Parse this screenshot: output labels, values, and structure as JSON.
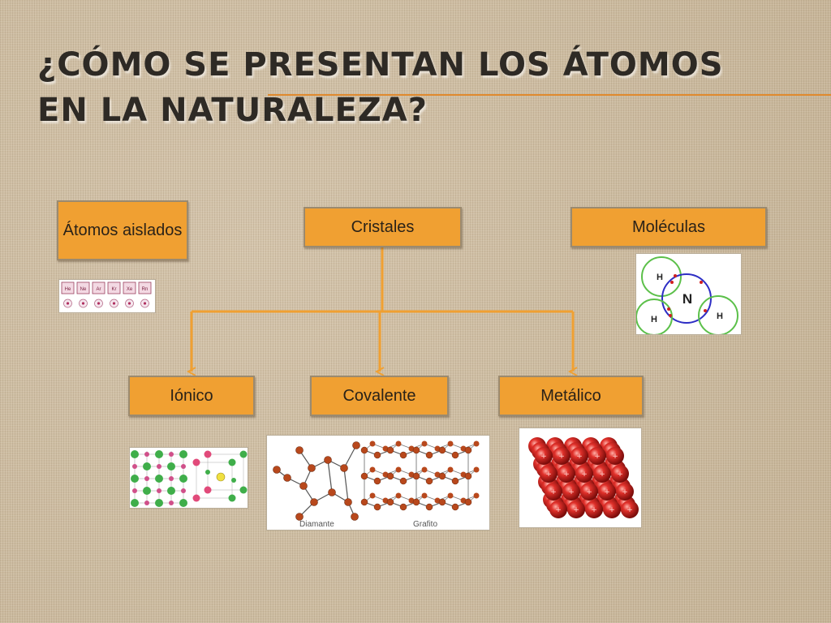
{
  "slide": {
    "title": "¿Cómo se presentan los átomos en la naturaleza?"
  },
  "nodes": {
    "atomos_aislados": "Átomos aislados",
    "cristales": "Cristales",
    "moleculas": "Moléculas",
    "ionico": "Iónico",
    "covalente": "Covalente",
    "metalico": "Metálico"
  },
  "images": {
    "molecule": {
      "center_atom": "N",
      "outer_atoms": [
        "H",
        "H",
        "H"
      ]
    },
    "covalent": {
      "left_caption": "Diamante",
      "right_caption": "Grafito"
    },
    "isolated_atoms": {
      "symbols": [
        "He",
        "Ne",
        "Ar",
        "Kr",
        "Xe",
        "Rn"
      ]
    }
  },
  "colors": {
    "box_fill": "#f0a032",
    "connector": "#f0a032",
    "title_rule": "#e08a2e"
  }
}
